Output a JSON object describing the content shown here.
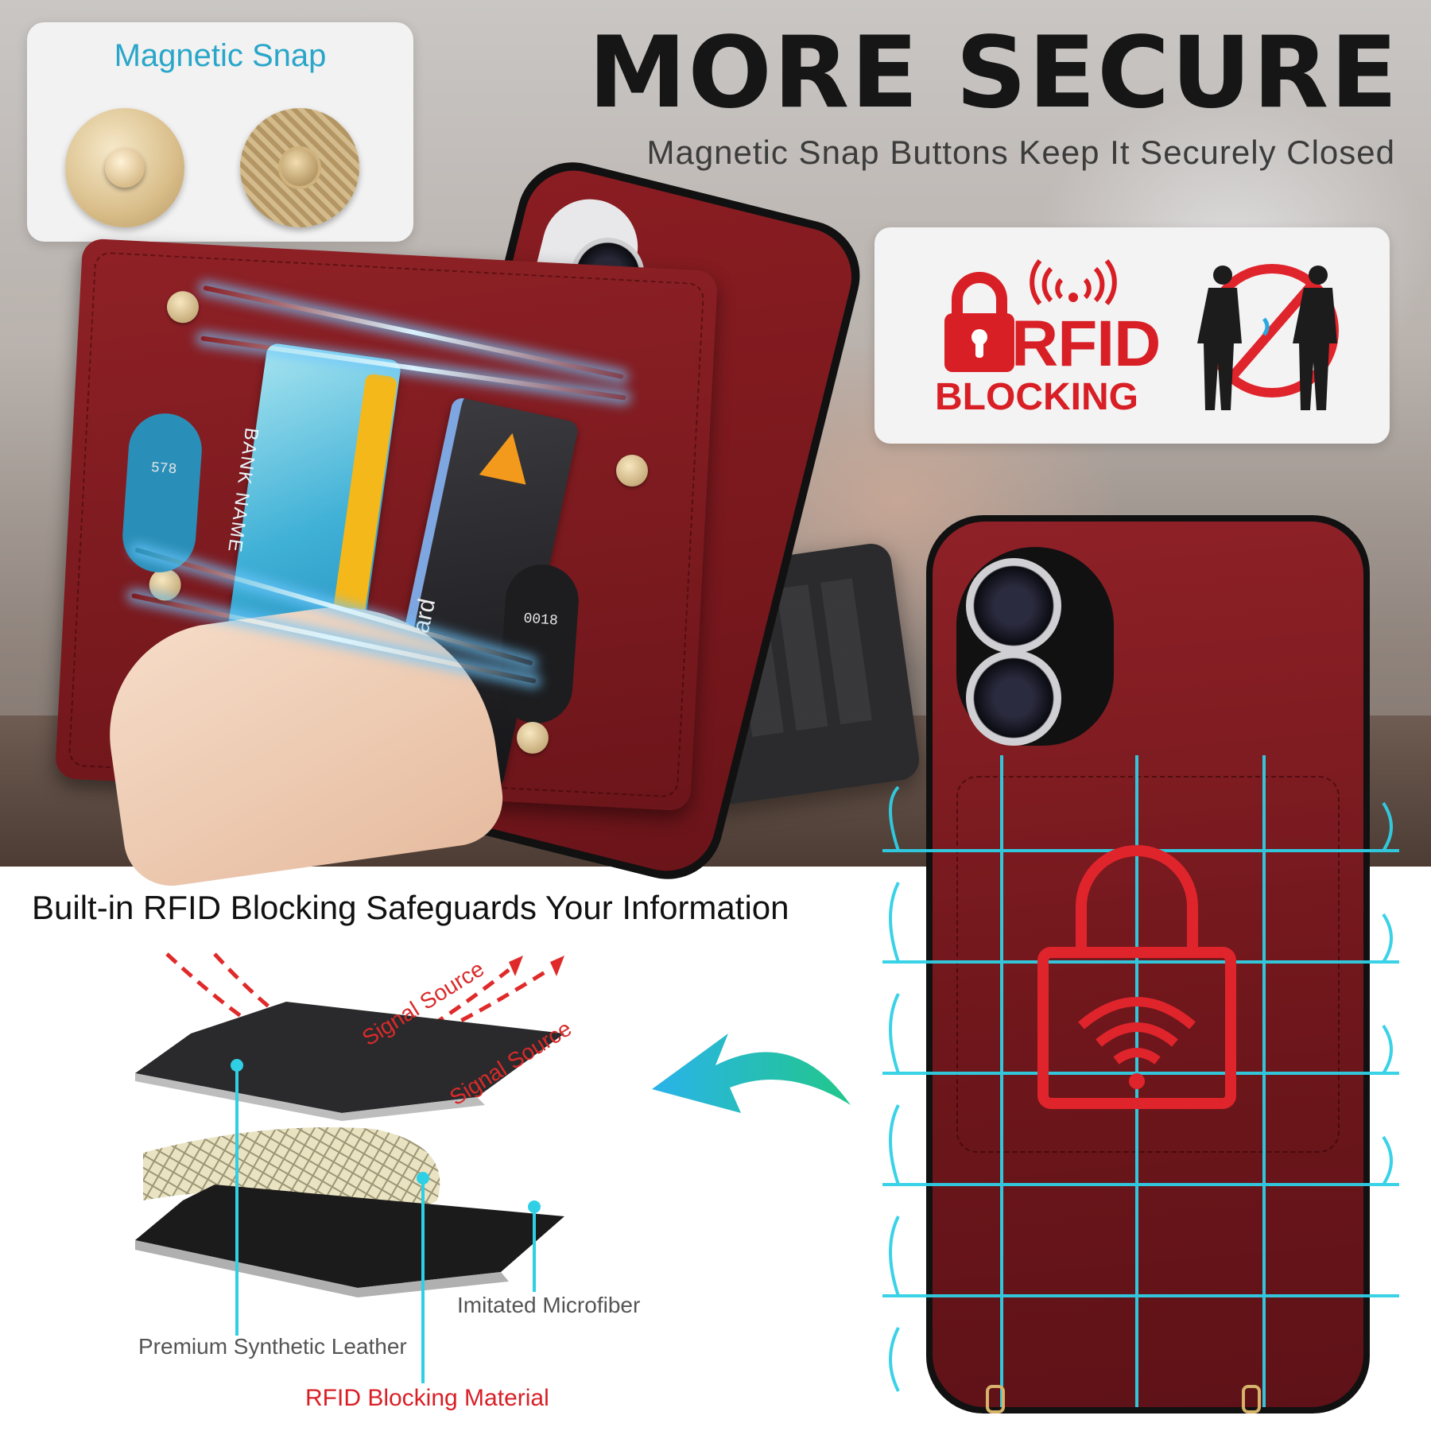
{
  "snap_panel": {
    "title": "Magnetic Snap"
  },
  "header": {
    "title": "MORE SECURE",
    "subtitle": "Magnetic Snap Buttons Keep It Securely Closed"
  },
  "rfid_panel": {
    "rfid": "RFID",
    "blocking": "BLOCKING"
  },
  "wallet": {
    "bank_name": "BANK NAME",
    "credit_card": "Credit Card",
    "left_card_digits": "578",
    "right_card_digits": "0018"
  },
  "diagram": {
    "title": "Built-in RFID Blocking Safeguards Your Information",
    "signal_1": "Signal Source",
    "signal_2": "Signal Source",
    "layer_microfiber": "Imitated Microfiber",
    "layer_leather": "Premium Synthetic Leather",
    "layer_rfid": "RFID Blocking Material"
  },
  "colors": {
    "case_red": "#7a1a1f",
    "accent_red": "#d91f26",
    "accent_cyan": "#29a6c9",
    "grid_cyan": "#2fd0e6"
  }
}
